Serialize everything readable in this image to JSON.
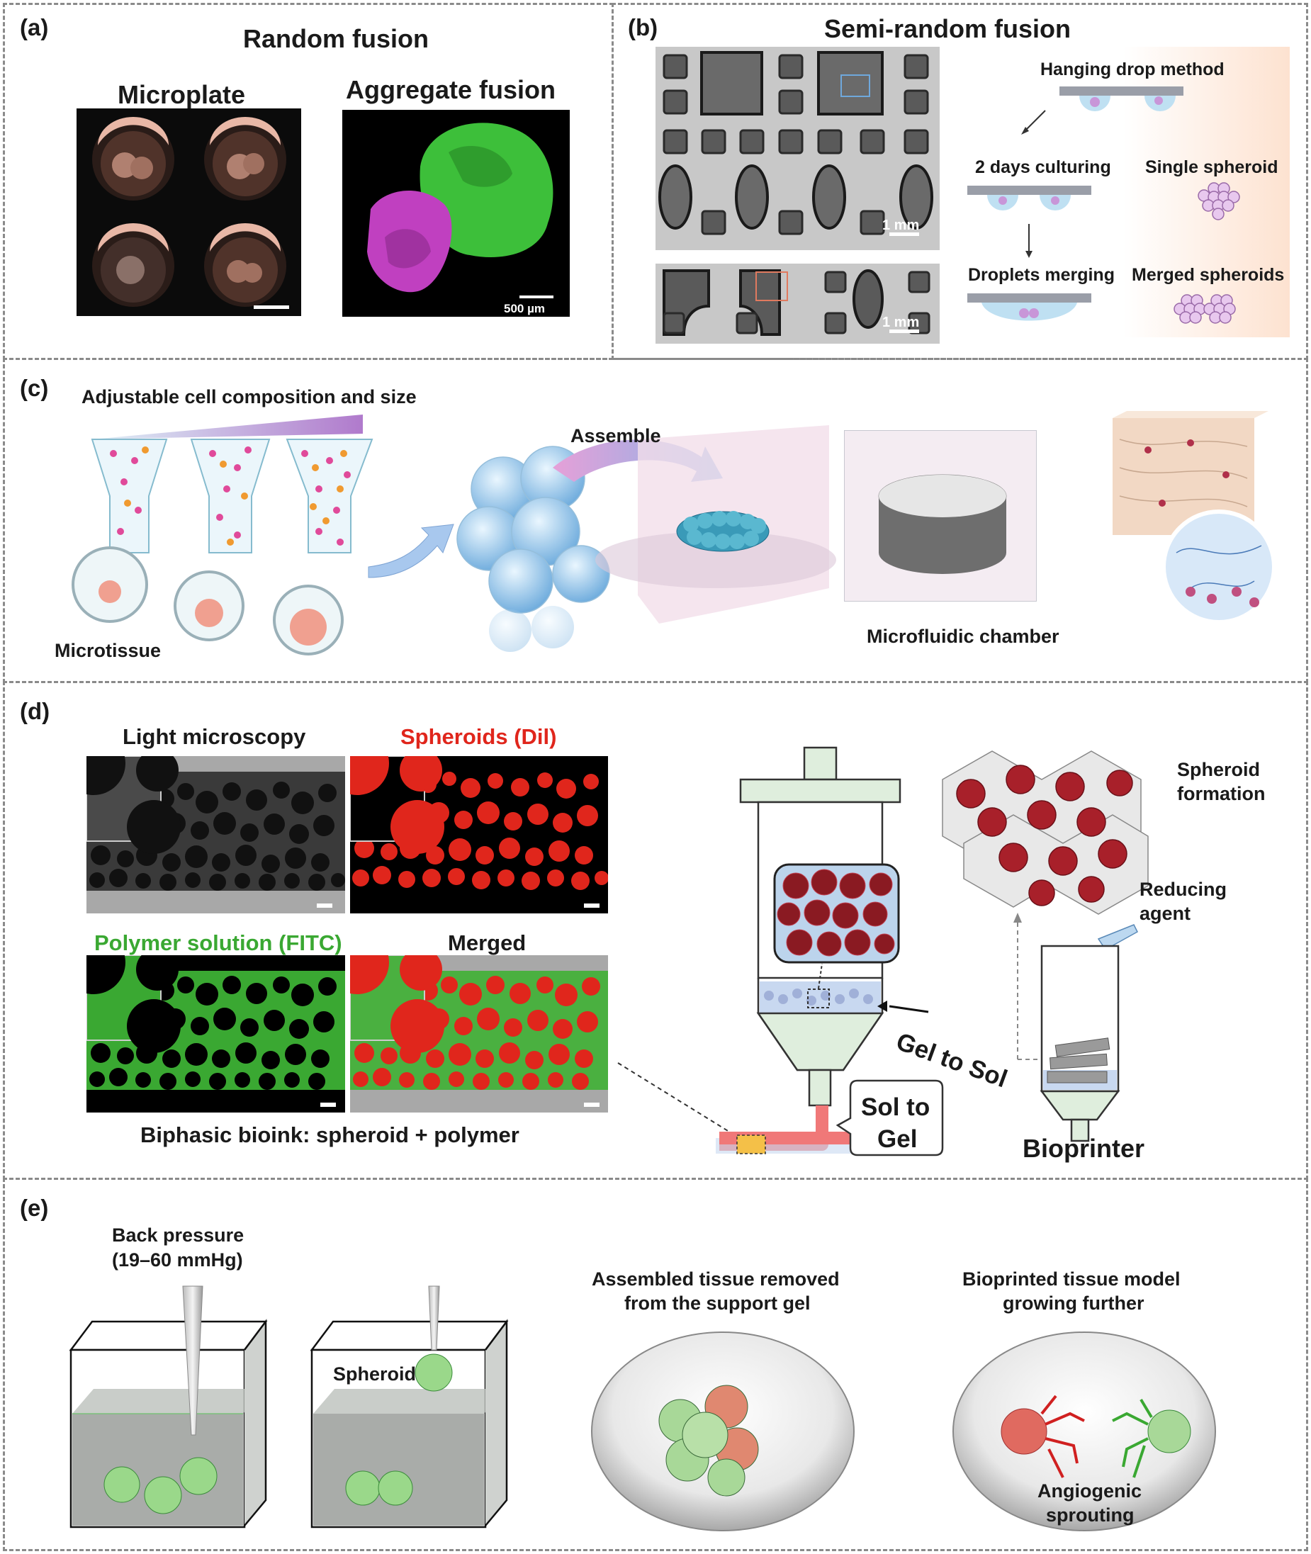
{
  "panel_a": {
    "label": "(a)",
    "title": "Random fusion",
    "microplate_label": "Microplate",
    "aggregate_label": "Aggregate fusion",
    "scale_label": "500 µm"
  },
  "panel_b": {
    "label": "(b)",
    "title": "Semi-random fusion",
    "scale_label_top": "1 mm",
    "scale_label_bottom": "1 mm",
    "hanging_drop": "Hanging drop method",
    "culturing": "2 days culturing",
    "single_spheroid": "Single spheroid",
    "droplets_merging": "Droplets merging",
    "merged_spheroids": "Merged spheroids"
  },
  "panel_c": {
    "label": "(c)",
    "adjustable": "Adjustable cell composition and size",
    "assemble": "Assemble",
    "microtissue": "Microtissue",
    "microfluidic": "Microfluidic chamber"
  },
  "panel_d": {
    "label": "(d)",
    "light_microscopy": "Light microscopy",
    "spheroids_dil": "Spheroids (Dil)",
    "polymer_fitc": "Polymer solution (FITC)",
    "merged": "Merged",
    "biphasic": "Biphasic bioink: spheroid + polymer",
    "spheroid_formation_1": "Spheroid",
    "spheroid_formation_2": "formation",
    "reducing_1": "Reducing",
    "reducing_2": "agent",
    "gel_to_sol": "Gel to Sol",
    "sol_to_gel_1": "Sol to",
    "sol_to_gel_2": "Gel",
    "bioprinter": "Bioprinter",
    "colors": {
      "red": "#e0261c",
      "green": "#3aa832",
      "gray": "#2b2b2b"
    }
  },
  "panel_e": {
    "label": "(e)",
    "back_pressure_1": "Back pressure",
    "back_pressure_2": "(19–60 mmHg)",
    "spheroid": "Spheroid",
    "assembled_1": "Assembled tissue removed",
    "assembled_2": "from the support gel",
    "bioprinted_1": "Bioprinted tissue model",
    "bioprinted_2": "growing further",
    "angiogenic_1": "Angiogenic",
    "angiogenic_2": "sprouting"
  }
}
